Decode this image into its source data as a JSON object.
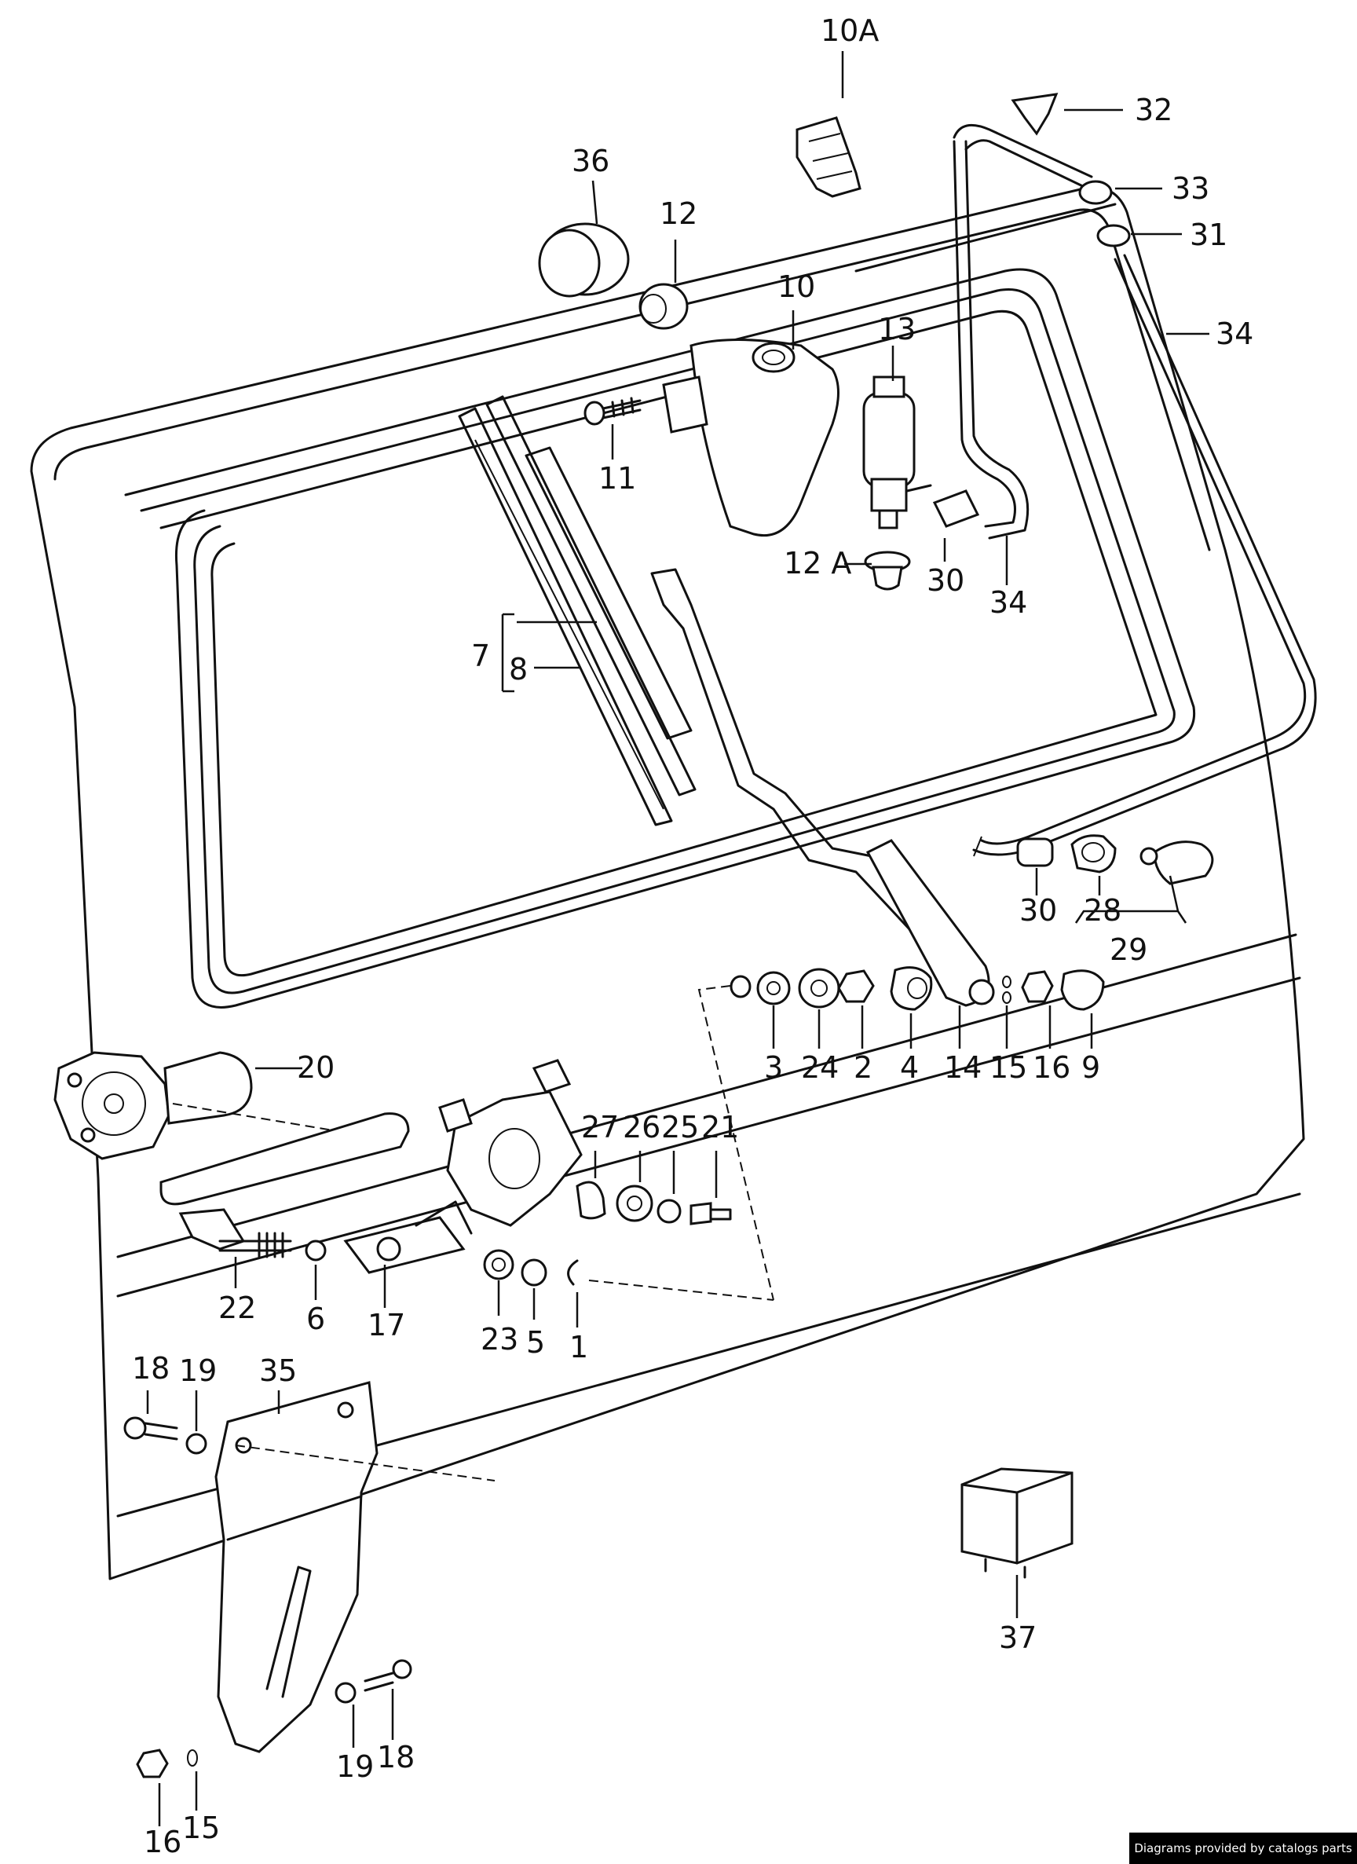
{
  "labels": {
    "l10a": "10A",
    "l32": "32",
    "l36": "36",
    "l12": "12",
    "l33": "33",
    "l31": "31",
    "l10": "10",
    "l34a": "34",
    "l13": "13",
    "l11": "11",
    "l12a": "12 A",
    "l30a": "30",
    "l34b": "34",
    "l7": "7",
    "l8": "8",
    "l30b": "30",
    "l28": "28",
    "l29": "29",
    "l3": "3",
    "l24": "24",
    "l2": "2",
    "l4": "4",
    "l14": "14",
    "l15a": "15",
    "l16a": "16",
    "l9": "9",
    "l20": "20",
    "l27": "27",
    "l26": "26",
    "l25": "25",
    "l21": "21",
    "l22": "22",
    "l6": "6",
    "l17": "17",
    "l23": "23",
    "l5": "5",
    "l1": "1",
    "l18a": "18",
    "l19a": "19",
    "l35": "35",
    "l37": "37",
    "l19b": "19",
    "l18b": "18",
    "l16b": "16",
    "l15b": "15"
  },
  "credit": "Diagrams provided by catalogs parts"
}
